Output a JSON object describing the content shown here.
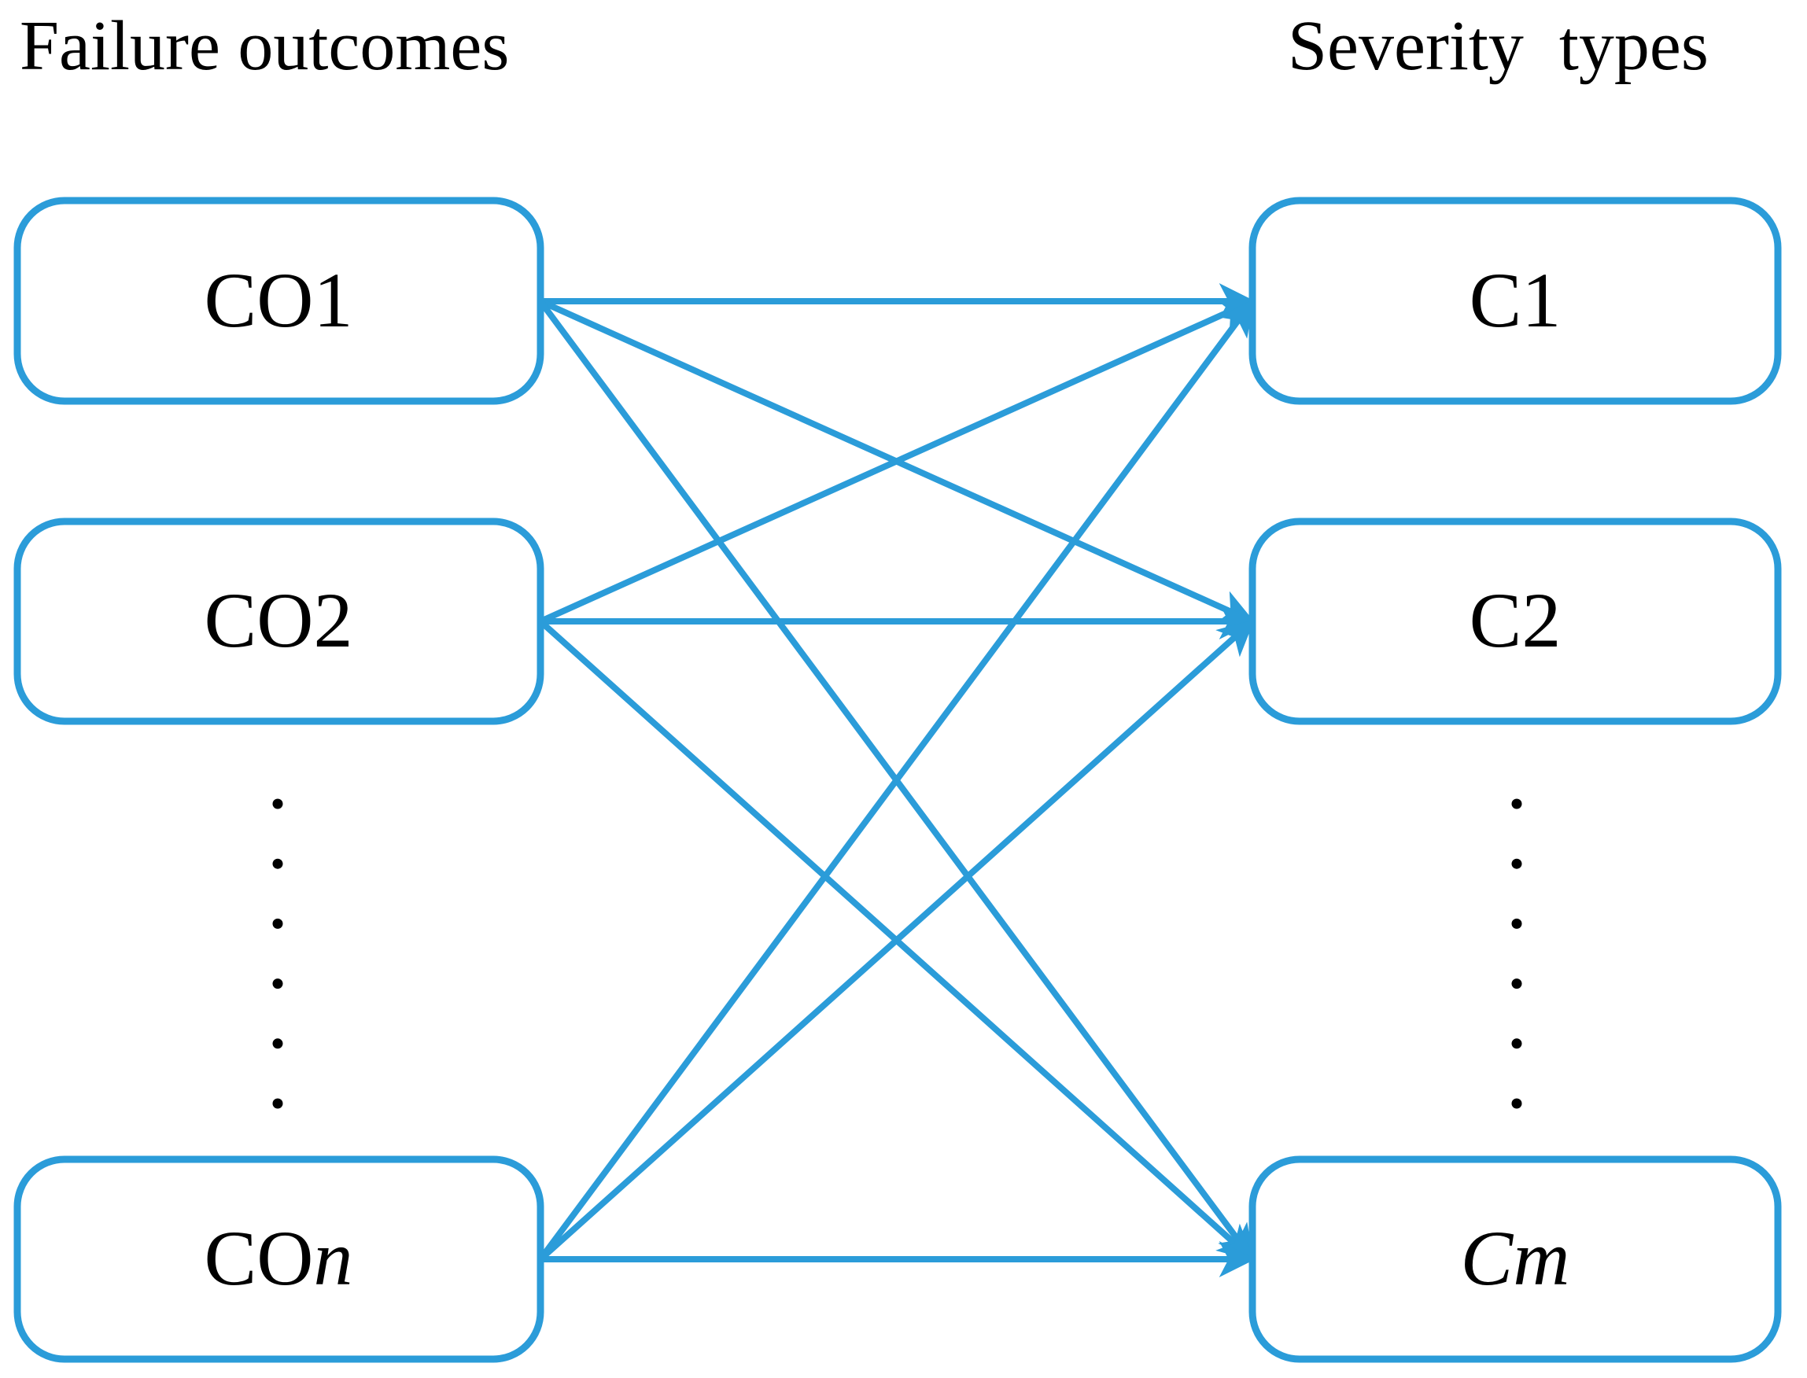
{
  "figure": {
    "colors": {
      "accent": "#2B9CD9",
      "text": "#000000",
      "background": "#FFFFFF"
    },
    "columns": {
      "left": {
        "title": "Failure outcomes",
        "nodes": [
          {
            "id": "CO1",
            "upright": "CO1",
            "italic": ""
          },
          {
            "id": "CO2",
            "upright": "CO2",
            "italic": ""
          },
          {
            "id": "COn",
            "upright": "CO",
            "italic": "n"
          }
        ],
        "ellipsis_dot_count": 6
      },
      "right": {
        "title": "Severity  types",
        "nodes": [
          {
            "id": "C1",
            "upright": "C1",
            "italic": ""
          },
          {
            "id": "C2",
            "upright": "C2",
            "italic": ""
          },
          {
            "id": "Cm",
            "upright": "",
            "italic": "Cm"
          }
        ],
        "ellipsis_dot_count": 6
      }
    },
    "edges": [
      {
        "from": "CO1",
        "to": "C1"
      },
      {
        "from": "CO1",
        "to": "C2"
      },
      {
        "from": "CO1",
        "to": "Cm"
      },
      {
        "from": "CO2",
        "to": "C1"
      },
      {
        "from": "CO2",
        "to": "C2"
      },
      {
        "from": "CO2",
        "to": "Cm"
      },
      {
        "from": "COn",
        "to": "C1"
      },
      {
        "from": "COn",
        "to": "C2"
      },
      {
        "from": "COn",
        "to": "Cm"
      }
    ]
  }
}
